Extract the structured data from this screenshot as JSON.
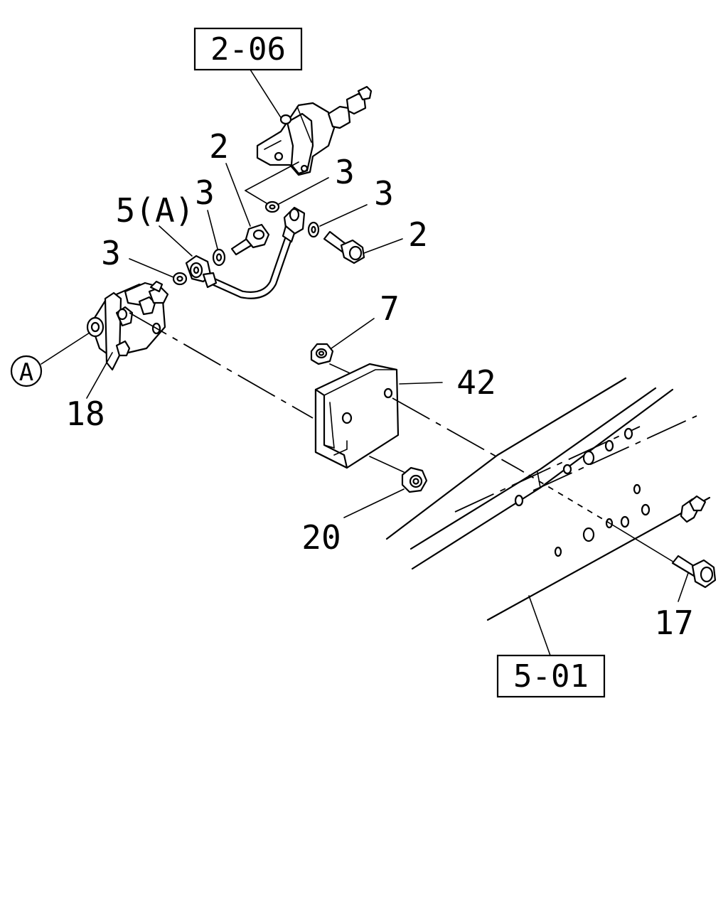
{
  "reference_boxes": {
    "top": "2-06",
    "bottom": "5-01"
  },
  "callouts": {
    "bolt_upper": "2",
    "bolt_right": "2",
    "washer_upper": "3",
    "washer_right": "3",
    "washer_mid": "3",
    "washer_left": "3",
    "pipe": "5(A)",
    "nut_top": "7",
    "bracket": "18",
    "nut_bottom": "20",
    "bolt_frame": "17",
    "cover": "42"
  },
  "view_marker": "A"
}
